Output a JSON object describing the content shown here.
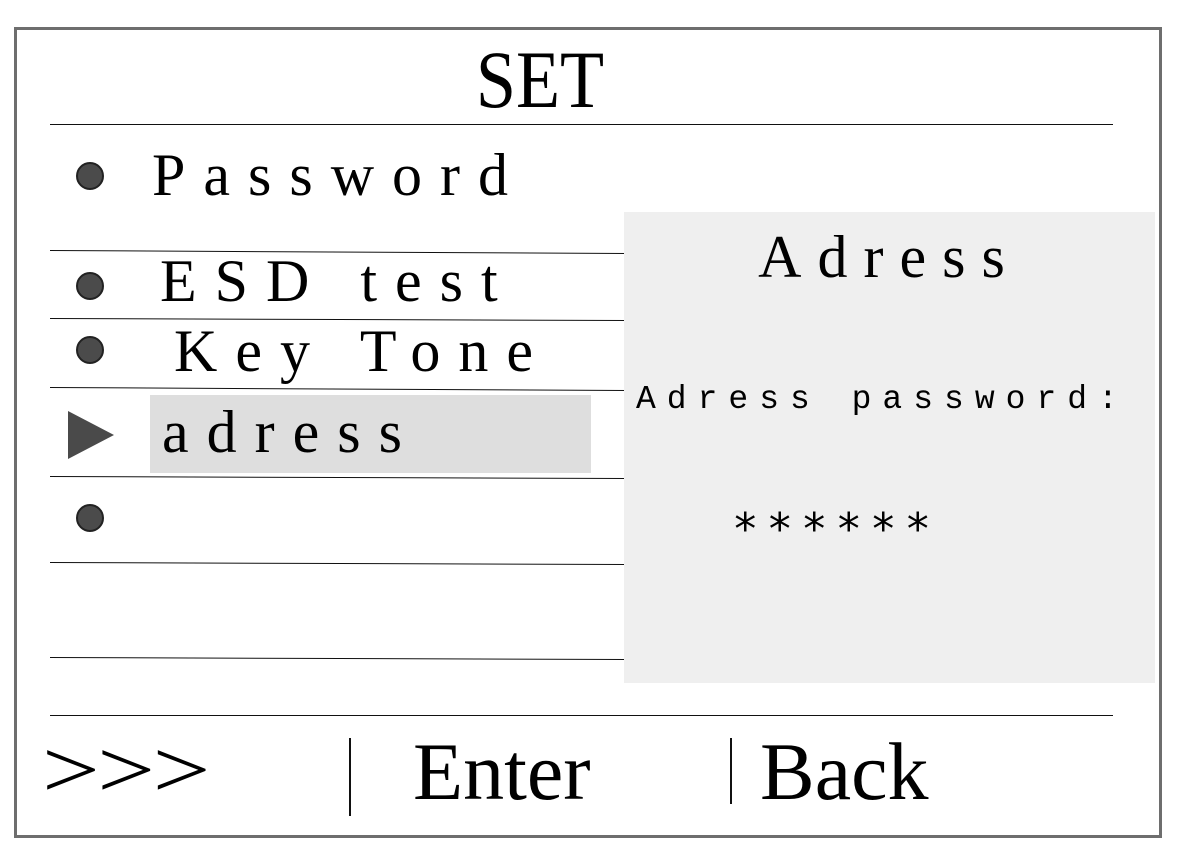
{
  "screen": {
    "title": "SET"
  },
  "menu": {
    "items": [
      {
        "label": "Password",
        "marker": "bullet-dot"
      },
      {
        "label": "ESD test",
        "marker": "bullet-dot"
      },
      {
        "label": "Key Tone",
        "marker": "bullet-dot"
      },
      {
        "label": "adress",
        "marker": "selection-arrow",
        "selected": true
      },
      {
        "label": "",
        "marker": "bullet-dot"
      }
    ]
  },
  "dialog": {
    "title": "Adress",
    "field_label": "Adress password:",
    "field_value": "******"
  },
  "footer": {
    "next_label": ">>>",
    "separator_1": "|",
    "enter_label": "Enter",
    "separator_2": "|",
    "back_label": "Back"
  },
  "colors": {
    "highlight": "#dedede",
    "dialog_bg": "#efefef",
    "bullet": "#4b4b4b",
    "frame": "#6e6e6e"
  }
}
